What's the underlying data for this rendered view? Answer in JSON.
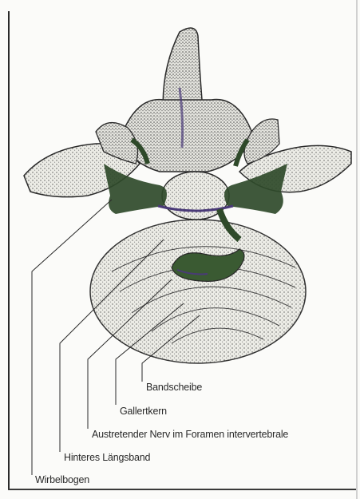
{
  "diagram": {
    "labels": {
      "bandscheibe": "Bandscheibe",
      "gallertkern": "Gallertkern",
      "nerv": "Austretender Nerv im Foramen intervertebrale",
      "laengsband": "Hinteres Längsband",
      "wirbelbogen": "Wirbelbogen"
    },
    "colors": {
      "bone_fill": "#e9e9e3",
      "bone_stipple": "#6a6a6a",
      "nerve_green": "#2f4a2a",
      "ligament_purple": "#4a3a78",
      "line": "#2a2a2a"
    }
  }
}
